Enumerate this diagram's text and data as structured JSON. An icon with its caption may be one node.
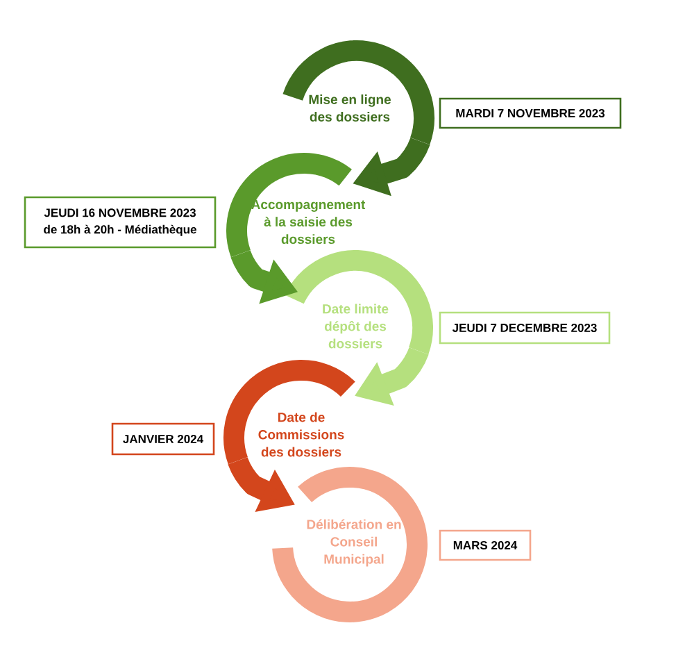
{
  "diagram": {
    "nodes": [
      {
        "text": [
          "Mise en ligne des dossiers"
        ]
      },
      {
        "text": [
          "MARDI 7 NOVEMBRE 2023"
        ]
      },
      {
        "text": [
          "Accompagnement à la saisie des dossiers"
        ]
      },
      {
        "text": [
          "JEUDI 16 NOVEMBRE 2023",
          "de 18h à 20h - Médiathèque"
        ]
      },
      {
        "text": [
          "Date limite dépôt des dossiers"
        ]
      },
      {
        "text": [
          "JEUDI 7 DECEMBRE 2023"
        ]
      },
      {
        "text": [
          "Date de Commissions des dossiers"
        ]
      },
      {
        "text": [
          "JANVIER 2024"
        ]
      },
      {
        "text": [
          "Délibération en Conseil Municipal"
        ]
      },
      {
        "text": [
          "MARS 2024"
        ]
      }
    ],
    "edges": [
      {
        "from": 0,
        "to": 2,
        "arrow": "to",
        "color": "#3f6e1f"
      },
      {
        "from": 2,
        "to": 4,
        "arrow": "to",
        "color": "#5a9a2b"
      },
      {
        "from": 4,
        "to": 6,
        "arrow": "to",
        "color": "#b5e07e"
      },
      {
        "from": 6,
        "to": 8,
        "arrow": "to",
        "color": "#d3461c"
      }
    ]
  }
}
